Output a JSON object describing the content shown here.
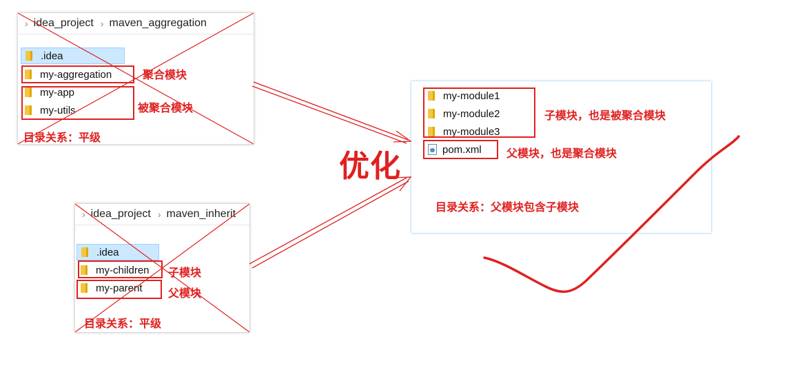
{
  "panel_aggregation": {
    "breadcrumb": [
      "idea_project",
      "maven_aggregation"
    ],
    "items": [
      ".idea",
      "my-aggregation",
      "my-app",
      "my-utils"
    ],
    "note_aggregation": "聚合模块",
    "note_aggregated": "被聚合模块",
    "note_relation": "目录关系：平级"
  },
  "panel_inherit": {
    "breadcrumb": [
      "idea_project",
      "maven_inherit"
    ],
    "items": [
      ".idea",
      "my-children",
      "my-parent"
    ],
    "note_child": "子模块",
    "note_parent": "父模块",
    "note_relation": "目录关系：平级"
  },
  "optimize_label": "优化",
  "panel_result": {
    "items": [
      "my-module1",
      "my-module2",
      "my-module3"
    ],
    "pom_file": "pom.xml",
    "note_modules": "子模块，也是被聚合模块",
    "note_pom": "父模块，也是聚合模块",
    "note_relation": "目录关系：父模块包含子模块"
  },
  "colors": {
    "annotation_red": "#e02020",
    "selection_blue": "#cce8ff",
    "folder_yellow": "#f4c542"
  },
  "icons": [
    "chevron-right-icon",
    "folder-icon",
    "xml-file-icon",
    "checkmark-icon"
  ]
}
